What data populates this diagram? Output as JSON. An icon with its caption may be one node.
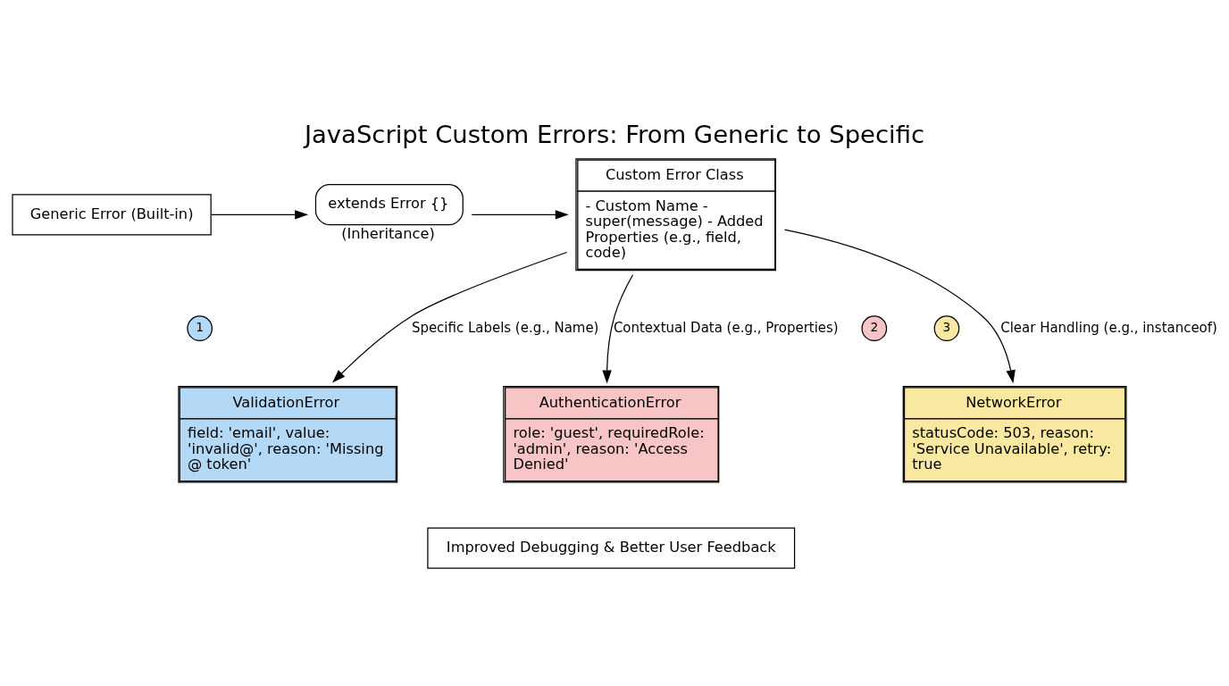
{
  "diagram": {
    "title": "JavaScript Custom Errors: From Generic to Specific",
    "nodes": [
      {
        "text": [
          "Generic Error (Built-in)"
        ]
      },
      {
        "text": [
          "extends Error {}"
        ],
        "beside": [
          "(Inheritance)"
        ]
      },
      {
        "text": [
          "Custom Error Class",
          "- Custom Name - super(message) - Added Properties (e.g., field, code)"
        ]
      },
      {
        "text": [
          "1"
        ]
      },
      {
        "text": [
          "2"
        ]
      },
      {
        "text": [
          "3"
        ]
      },
      {
        "text": [
          "ValidationError",
          "field: 'email', value: 'invalid@', reason: 'Missing @ token'"
        ]
      },
      {
        "text": [
          "AuthenticationError",
          "role: 'guest', requiredRole: 'admin', reason: 'Access Denied'"
        ]
      },
      {
        "text": [
          "NetworkError",
          "statusCode: 503, reason: 'Service Unavailable', retry: true"
        ]
      },
      {
        "text": [
          "Improved Debugging & Better User Feedback"
        ]
      }
    ],
    "edges": [
      {
        "from": 0,
        "to": 1,
        "arrow": "to"
      },
      {
        "from": 1,
        "to": 2,
        "arrow": "to"
      },
      {
        "from": 2,
        "to": 6,
        "arrow": "to",
        "label": "Specific Labels (e.g., Name)"
      },
      {
        "from": 2,
        "to": 7,
        "arrow": "to",
        "label": "Contextual Data (e.g., Properties)"
      },
      {
        "from": 2,
        "to": 8,
        "arrow": "to",
        "label": "Clear Handling (e.g., instanceof)"
      }
    ]
  }
}
